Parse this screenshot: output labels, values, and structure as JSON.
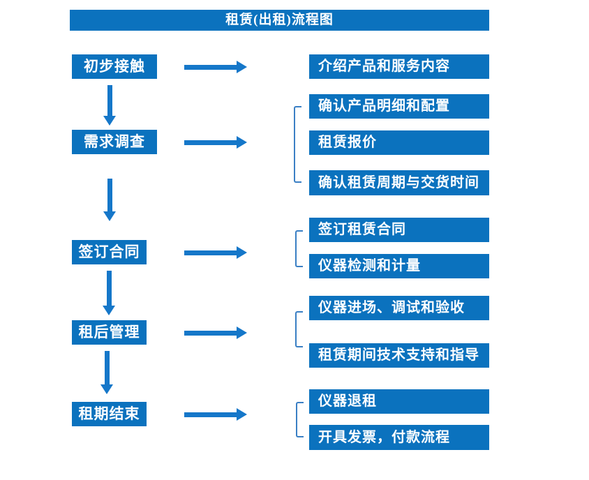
{
  "title": "租赁(出租)流程图",
  "colors": {
    "box_blue": "#0b72be",
    "arrow_blue": "#1577c9",
    "bracket_blue": "#3a7fc4",
    "text_white": "#ffffff"
  },
  "steps": [
    {
      "label": "初步接触",
      "outputs": [
        "介绍产品和服务内容"
      ]
    },
    {
      "label": "需求调查",
      "outputs": [
        "确认产品明细和配置",
        "租赁报价",
        "确认租赁周期与交货时间"
      ]
    },
    {
      "label": "签订合同",
      "outputs": [
        "签订租赁合同",
        "仪器检测和计量"
      ]
    },
    {
      "label": "租后管理",
      "outputs": [
        "仪器进场、调试和验收",
        "租赁期间技术支持和指导"
      ]
    },
    {
      "label": "租期结束",
      "outputs": [
        "仪器退租",
        "开具发票，付款流程"
      ]
    }
  ]
}
